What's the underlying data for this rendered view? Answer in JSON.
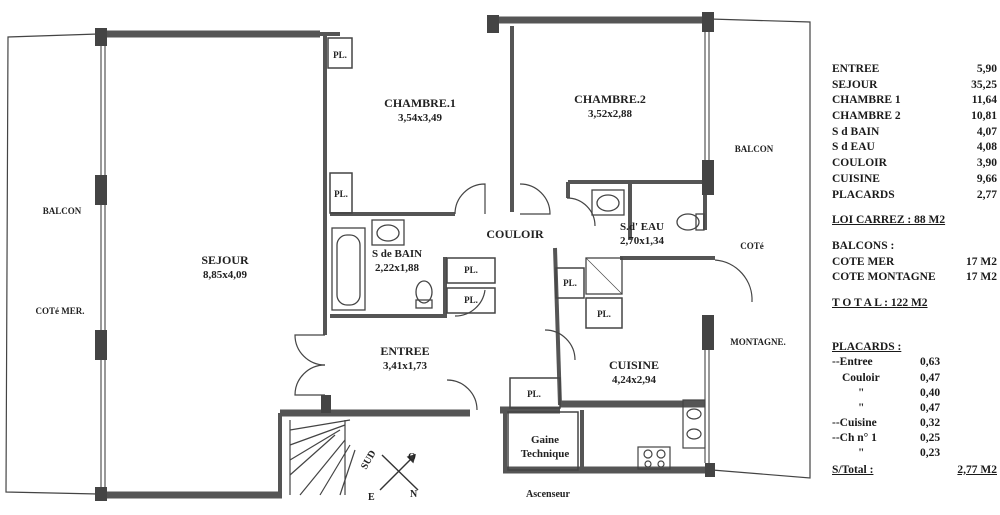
{
  "rooms": {
    "chambre1": {
      "name": "CHAMBRE.1",
      "dims": "3,54x3,49"
    },
    "chambre2": {
      "name": "CHAMBRE.2",
      "dims": "3,52x2,88"
    },
    "sejour": {
      "name": "SEJOUR",
      "dims": "8,85x4,09"
    },
    "sdbain": {
      "name": "S de BAIN",
      "dims": "2,22x1,88"
    },
    "sdeau": {
      "name": "S.d' EAU",
      "dims": "2,70x1,34"
    },
    "couloir": {
      "name": "COULOIR"
    },
    "entree": {
      "name": "ENTREE",
      "dims": "3,41x1,73"
    },
    "cuisine": {
      "name": "CUISINE",
      "dims": "4,24x2,94"
    },
    "gaine": {
      "line1": "Gaine",
      "line2": "Technique"
    },
    "ascenseur": "Ascenseur"
  },
  "plan_labels": {
    "balcon_left": "BALCON",
    "cote_mer": "COTé MER.",
    "balcon_right": "BALCON",
    "cote": "COTé",
    "montagne": "MONTAGNE.",
    "pl": "PL."
  },
  "compass": {
    "s": "SUD",
    "o": "O",
    "e": "E",
    "n": "N"
  },
  "legend": {
    "areas": [
      {
        "name": "ENTREE",
        "value": "5,90"
      },
      {
        "name": "SEJOUR",
        "value": "35,25"
      },
      {
        "name": "CHAMBRE 1",
        "value": "11,64"
      },
      {
        "name": "CHAMBRE 2",
        "value": "10,81"
      },
      {
        "name": "S d BAIN",
        "value": "4,07"
      },
      {
        "name": "S d EAU",
        "value": "4,08"
      },
      {
        "name": "COULOIR",
        "value": "3,90"
      },
      {
        "name": "CUISINE",
        "value": "9,66"
      },
      {
        "name": "PLACARDS",
        "value": "2,77"
      }
    ],
    "loi_carrez": "LOI CARREZ : 88 M2",
    "balcons_title": "BALCONS :",
    "balcons": [
      {
        "name": "COTE MER",
        "value": "17 M2"
      },
      {
        "name": "COTE MONTAGNE",
        "value": "17 M2"
      }
    ],
    "total": "T O T A L  :  122  M2",
    "placards_title": "PLACARDS :",
    "placards": [
      {
        "k": "--Entree",
        "v": "0,63"
      },
      {
        "k": "Couloir",
        "v": "0,47"
      },
      {
        "k": "\"",
        "v": "0,40"
      },
      {
        "k": "\"",
        "v": "0,47"
      },
      {
        "k": "--Cuisine",
        "v": "0,32"
      },
      {
        "k": "--Ch n° 1",
        "v": "0,25"
      },
      {
        "k": "\"",
        "v": "0,23"
      }
    ],
    "stotal_label": "S/Total :",
    "stotal_value": "2,77 M2"
  }
}
